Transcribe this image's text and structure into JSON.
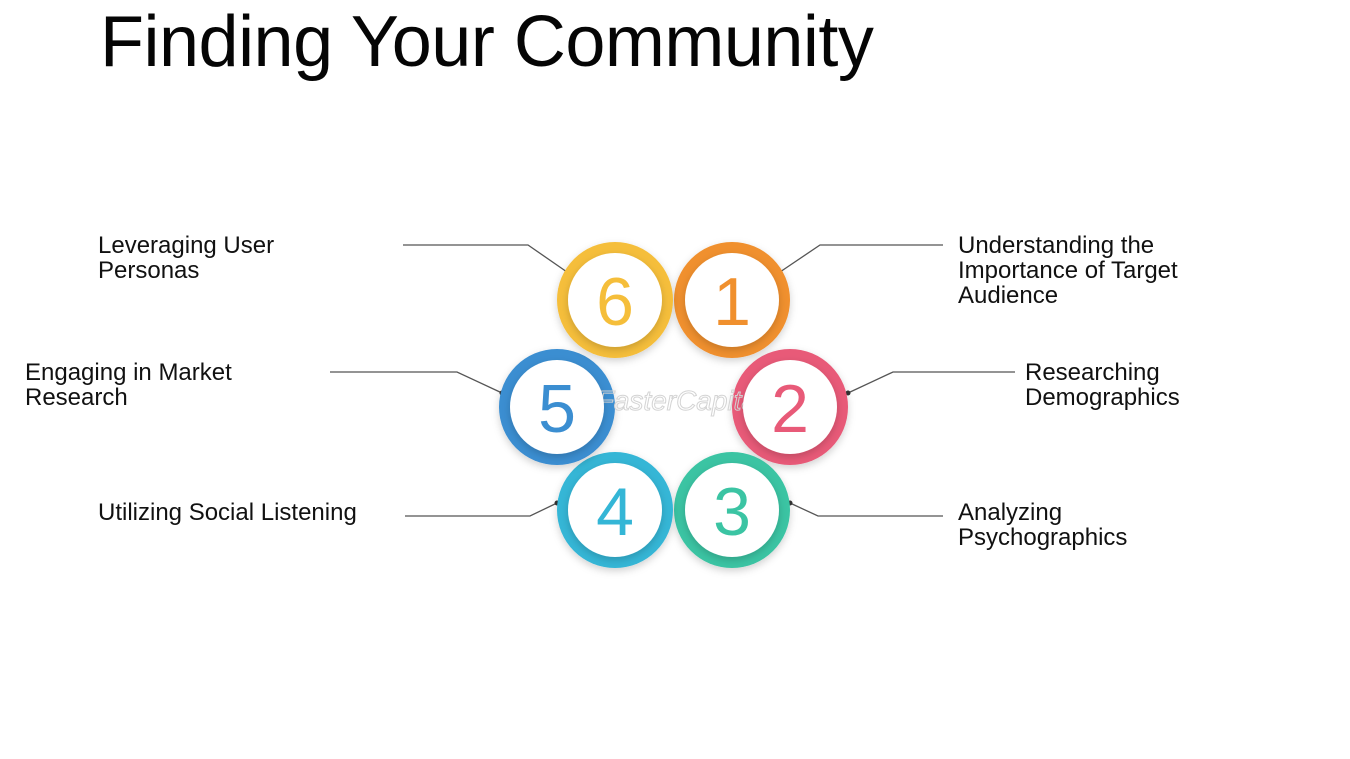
{
  "title": "Finding Your Community",
  "watermark": "FasterCapital",
  "steps": [
    {
      "number": "1",
      "color": "#f0902e",
      "label": [
        "Understanding the",
        "Importance of Target",
        "Audience"
      ]
    },
    {
      "number": "2",
      "color": "#e85a78",
      "label": [
        "Researching",
        "Demographics"
      ]
    },
    {
      "number": "3",
      "color": "#3bc4a3",
      "label": [
        "Analyzing",
        "Psychographics"
      ]
    },
    {
      "number": "4",
      "color": "#34b6d6",
      "label": [
        "Utilizing Social Listening"
      ]
    },
    {
      "number": "5",
      "color": "#3b8ed1",
      "label": [
        "Engaging in Market",
        "Research"
      ]
    },
    {
      "number": "6",
      "color": "#f5be3a",
      "label": [
        "Leveraging User",
        "Personas"
      ]
    }
  ]
}
